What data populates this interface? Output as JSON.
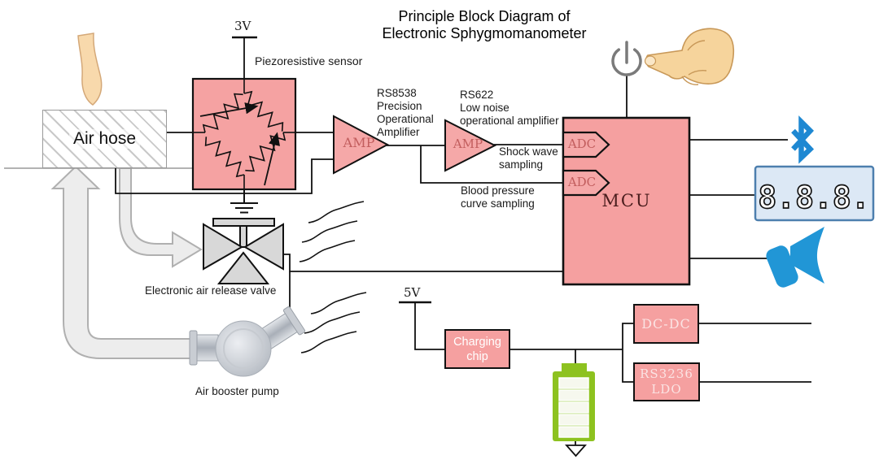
{
  "title": {
    "text": "Principle Block Diagram of\nElectronic Sphygmomanometer"
  },
  "power_rails": {
    "sensor_supply": "3V",
    "charger_supply": "5V"
  },
  "blocks": {
    "air_hose": {
      "label": "Air hose"
    },
    "sensor": {
      "caption": "Piezoresistive sensor"
    },
    "amp1": {
      "label": "AMP",
      "description": "RS8538\nPrecision\nOperational\nAmplifier"
    },
    "amp2": {
      "label": "AMP",
      "description": "RS622\nLow noise\noperational amplifier"
    },
    "mcu": {
      "label": "MCU",
      "adc1_label": "ADC",
      "adc2_label": "ADC"
    },
    "valve": {
      "label": "Electronic air release valve"
    },
    "pump": {
      "label": "Air booster pump"
    },
    "charging_chip": {
      "label": "Charging\nchip"
    },
    "dcdc": {
      "label": "DC-DC"
    },
    "ldo": {
      "label": "RS3236\nLDO"
    }
  },
  "signals": {
    "shock": "Shock wave\nsampling",
    "blood": "Blood pressure\ncurve sampling"
  },
  "display": {
    "value": "8.8.8."
  },
  "icons": {
    "bluetooth": "bluetooth-icon",
    "display": "seven-segment-display",
    "speaker": "speaker-icon",
    "power": "power-button-icon",
    "hand": "pressing-hand-icon",
    "arm": "arm-icon",
    "battery": "battery-icon",
    "ground": "ground-icon",
    "air_flow": "air-wave-icon"
  },
  "colors": {
    "block_fill": "#f5a2a2",
    "block_border": "#000000",
    "accent_blue": "#1e88d2",
    "battery_green": "#8dc21f",
    "valve_gray": "#d8d8d8",
    "display_bg": "#dce8f5",
    "display_border": "#4d7fae",
    "skin": "#f8d9ac"
  }
}
